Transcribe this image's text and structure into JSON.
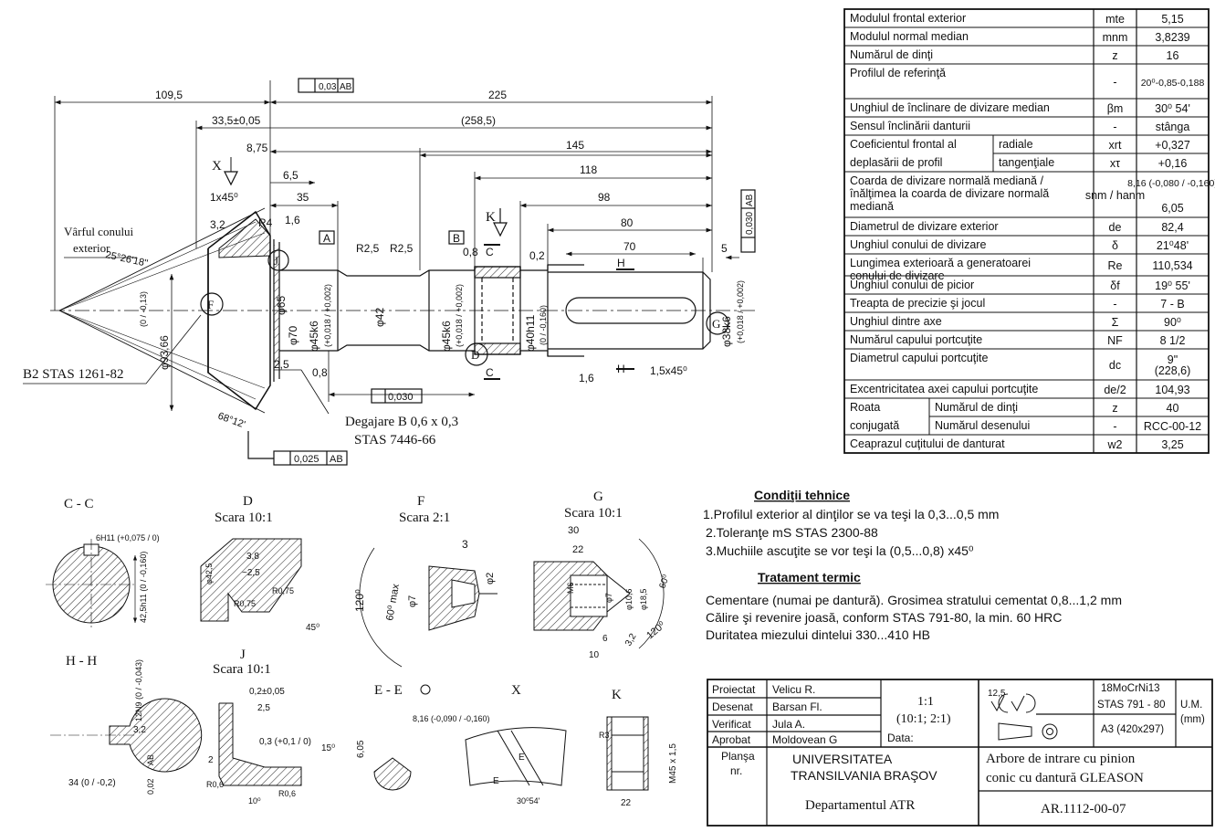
{
  "drawing": {
    "dims": {
      "d109": "109,5",
      "d225": "225",
      "d33": "33,5±0,05",
      "d258": "(258,5)",
      "d875": "8,75",
      "d145": "145",
      "d65": "6,5",
      "d118": "118",
      "d35": "35",
      "d98": "98",
      "d80": "80",
      "d70": "70",
      "d5": "5",
      "d1x45": "1x45⁰",
      "d32": "3,2",
      "dR4": "R4",
      "d16a": "1,6",
      "dR25a": "R2,5",
      "dR25b": "R2,5",
      "d08a": "0,8",
      "d02": "0,2",
      "dphi65": "φ65",
      "dphi70": "φ70",
      "dphi45a": "φ45k6",
      "dtol45a": "(+0,018 / +0,002)",
      "dphi42": "φ42",
      "dphi45b": "φ45k6",
      "dtol45b": "(+0,018 / +0,002)",
      "dphi40": "φ40h11",
      "dtol40": "(0 / -0,160)",
      "dphi38": "φ38k6",
      "dtol38": "(+0,018 / +0,002)",
      "dphi93": "φ93,66",
      "dtol93": "(0 / -0,13)",
      "d25": "2,5",
      "d08b": "0,8",
      "d16b": "1,6",
      "d15x45": "1,5x45⁰",
      "angle1": "25°26'18\"",
      "angle2": "68°12'",
      "runout1": "0,03",
      "runout1ref": "AB",
      "coax": "0,030",
      "runout2": "0,025",
      "runout2ref": "AB",
      "concright": "0,030",
      "concrightref": "AB"
    },
    "labels": {
      "varf1": "Vârful conului",
      "varf2": "exterior",
      "b2": "B2 STAS 1261-82",
      "degajare1": "Degajare B 0,6 x 0,3",
      "degajare2": "STAS 7446-66",
      "X": "X",
      "K": "K",
      "A": "A",
      "B": "B",
      "C1": "C",
      "C2": "C",
      "F": "F",
      "J": "J",
      "D": "D",
      "G": "G",
      "H1": "H",
      "H2": "H"
    }
  },
  "table": {
    "rows": [
      {
        "name": "Modulul frontal exterior",
        "sym": "mte",
        "val": "5,15"
      },
      {
        "name": "Modulul normal median",
        "sym": "mnm",
        "val": "3,8239"
      },
      {
        "name": "Numărul de dinţi",
        "sym": "z",
        "val": "16"
      },
      {
        "name": "Profilul de referinţă",
        "sym": "-",
        "val": "20⁰-0,85-0,188"
      },
      {
        "name": "Unghiul de înclinare de divizare median",
        "sym": "βm",
        "val": "30⁰ 54'"
      },
      {
        "name": "Sensul înclinării danturii",
        "sym": "-",
        "val": "stânga"
      },
      {
        "name": "Coeficientul frontal al",
        "sub": "radiale",
        "sym": "xrt",
        "val": "+0,327"
      },
      {
        "name": "deplasării de profil",
        "sub": "tangenţiale",
        "sym": "xτ",
        "val": "+0,16"
      },
      {
        "name": "Coarda de divizare normală mediană / înălţimea la coarda de divizare normală mediană",
        "sym": "snm / hanm",
        "val": "8,16 (-0,080 / -0,160)",
        "val2": "6,05"
      },
      {
        "name": "Diametrul de divizare exterior",
        "sym": "de",
        "val": "82,4"
      },
      {
        "name": "Unghiul conului de divizare",
        "sym": "δ",
        "val": "21⁰48'"
      },
      {
        "name": "Lungimea exterioară a generatoarei conului de divizare",
        "sym": "Re",
        "val": "110,534"
      },
      {
        "name": "Unghiul conului de picior",
        "sym": "δf",
        "val": "19⁰ 55'"
      },
      {
        "name": "Treapta de precizie şi jocul",
        "sym": "-",
        "val": "7 - B"
      },
      {
        "name": "Unghiul dintre axe",
        "sym": "Σ",
        "val": "90⁰"
      },
      {
        "name": "Numărul capului portcuţite",
        "sym": "NF",
        "val": "8  1/2"
      },
      {
        "name": "Diametrul capului portcuţite",
        "sym": "dc",
        "val": "9\"",
        "val2": "(228,6)"
      },
      {
        "name": "Excentricitatea axei capului portcuţite",
        "sym": "de/2",
        "val": "104,93"
      },
      {
        "name": "Roata",
        "sub": "Numărul de dinţi",
        "sym": "z",
        "val": "40"
      },
      {
        "name": "conjugată",
        "sub": "Numărul desenului",
        "sym": "-",
        "val": "RCC-00-12"
      },
      {
        "name": "Ceaprazul cuţitului de danturat",
        "sym": "w2",
        "val": "3,25"
      }
    ]
  },
  "conditions": {
    "title": "Condiţii tehnice",
    "items": [
      "1.Profilul exterior al dinţilor se va teşi la 0,3...0,5 mm",
      "2.Toleranţe mS STAS 2300-88",
      "3.Muchiile ascuţite se vor teşi la (0,5...0,8) x45⁰"
    ],
    "treat_title": "Tratament termic",
    "treat": [
      "Cementare (numai pe dantură). Grosimea stratului cementat 0,8...1,2 mm",
      "Călire şi revenire joasă, conform STAS 791-80, la min. 60 HRC",
      "Duritatea miezului dintelui 330...410 HB"
    ]
  },
  "details": {
    "cc": "C - C",
    "cc_d1": "6H11 (+0,075 / 0)",
    "cc_d2": "42,5h11 (0 / -0,160)",
    "d": "D",
    "d_scale": "Scara 10:1",
    "d_d1": "3,8",
    "d_d2": "~2,5",
    "d_d3": "φ42,5",
    "d_d4": "R0,75",
    "d_d5": "R0,75",
    "d_d6": "45⁰",
    "f": "F",
    "f_scale": "Scara 2:1",
    "f_d1": "3",
    "f_d2": "φ2",
    "f_d3": "φ7",
    "f_d4": "60⁰ max",
    "f_d5": "120⁰",
    "g": "G",
    "g_scale": "Scara 10:1",
    "g_d1": "30",
    "g_d2": "22",
    "g_d3": "M6",
    "g_d4": "φ7",
    "g_d5": "φ10,6",
    "g_d6": "φ18,5",
    "g_d7": "60⁰",
    "g_d8": "120⁰",
    "g_d9": "6",
    "g_d10": "10",
    "g_d11": "3,2",
    "hh": "H - H",
    "hh_d1": "12N9 (0 / -0,043)",
    "hh_d2": "34 (0 / -0,2)",
    "hh_d3": "3,2",
    "hh_d4": "0,02",
    "hh_d4ref": "AB",
    "j": "J",
    "j_scale": "Scara 10:1",
    "j_d1": "0,2±0,05",
    "j_d2": "2,5",
    "j_d3": "0,3 (+0,1 / 0)",
    "j_d4": "2",
    "j_d5": "15⁰",
    "j_d6": "R0,6",
    "j_d7": "10⁰",
    "j_d8": "R0,6",
    "ee": "E - E",
    "ee_d1": "8,16 (-0,090 / -0,160)",
    "ee_d2": "6,05",
    "x": "X",
    "x_d1": "E",
    "x_d2": "E",
    "x_d3": "30⁰54'",
    "k": "K",
    "k_d1": "R3",
    "k_d2": "M45 x 1,5",
    "k_d3": "22"
  },
  "titleblock": {
    "proiectat": "Proiectat",
    "proiectat_n": "Velicu R.",
    "desenat": "Desenat",
    "desenat_n": "Barsan Fl.",
    "verificat": "Verificat",
    "verificat_n": "Jula A.",
    "aprobat": "Aprobat",
    "aprobat_n": "Moldovean G",
    "scale": "1:1",
    "scale2": "(10:1; 2:1)",
    "data": "Data:",
    "rough": "12,5",
    "material1": "18MoCrNi13",
    "material2": "STAS 791 - 80",
    "um": "U.M.",
    "mm": "(mm)",
    "format": "A3 (420x297)",
    "plansa": "Planşa",
    "nr": "nr.",
    "univ1": "UNIVERSITATEA",
    "univ2": "TRANSILVANIA BRAŞOV",
    "dept": "Departamentul ATR",
    "title1": "Arbore de intrare cu pinion",
    "title2": "conic cu dantură GLEASON",
    "code": "AR.1112-00-07"
  }
}
